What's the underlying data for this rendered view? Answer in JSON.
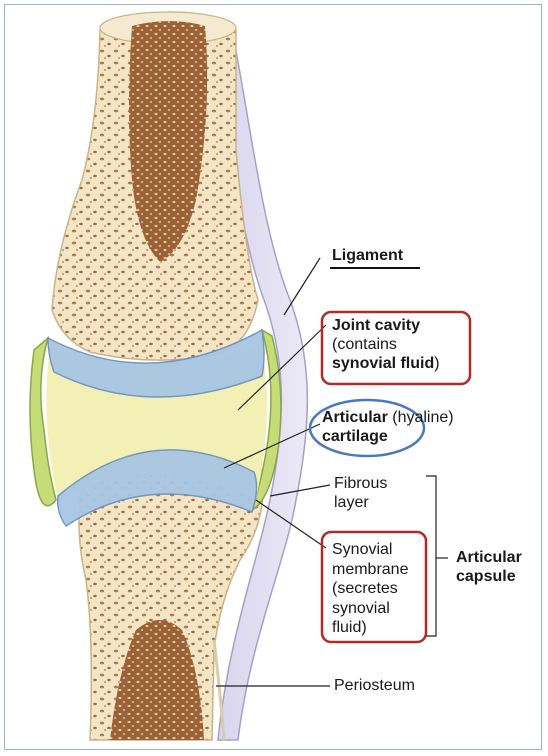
{
  "labels": {
    "ligament": "Ligament",
    "joint_cavity": {
      "bold": "Joint cavity",
      "line2": "(contains",
      "line3_bold": "synovial fluid",
      "line3_end": ")"
    },
    "articular_cartilage": {
      "bold1": "Articular",
      "normal": " (hyaline)",
      "bold2": "cartilage"
    },
    "fibrous_layer": [
      "Fibrous",
      "layer"
    ],
    "synovial_membrane": [
      "Synovial",
      "membrane",
      "(secretes",
      "synovial",
      "fluid)"
    ],
    "articular_capsule": [
      "Articular",
      "capsule"
    ],
    "periosteum": "Periosteum"
  },
  "colors": {
    "bone": "#f4e7c8",
    "marrow": "#9c6a42",
    "cartilage": "#a9c6e3",
    "synovial_membrane": "#c5dc78",
    "highlight_box": "#b02a2a",
    "highlight_oval": "#4a78c0"
  }
}
